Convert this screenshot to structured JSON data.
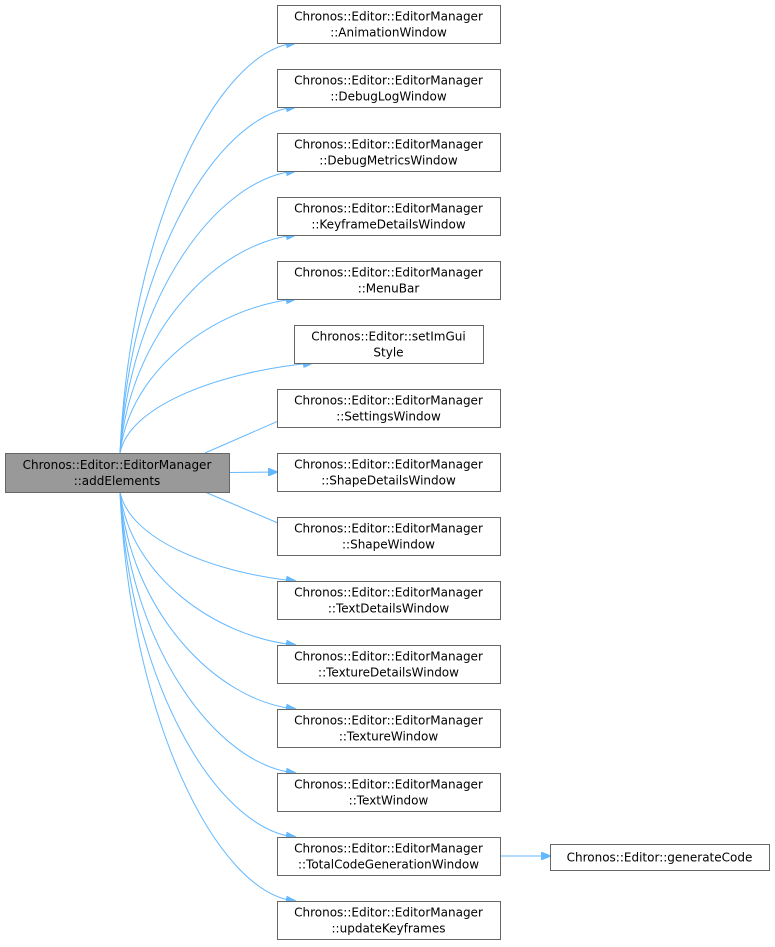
{
  "diagram": {
    "type": "call-graph",
    "edge_color": "#63b8ff",
    "root_fill": "#999999",
    "node_border": "#666666",
    "root": {
      "id": "root",
      "lines": [
        "Chronos::Editor::EditorManager",
        "::addElements"
      ]
    },
    "nodes": [
      {
        "id": "n0",
        "lines": [
          "Chronos::Editor::EditorManager",
          "::AnimationWindow"
        ]
      },
      {
        "id": "n1",
        "lines": [
          "Chronos::Editor::EditorManager",
          "::DebugLogWindow"
        ]
      },
      {
        "id": "n2",
        "lines": [
          "Chronos::Editor::EditorManager",
          "::DebugMetricsWindow"
        ]
      },
      {
        "id": "n3",
        "lines": [
          "Chronos::Editor::EditorManager",
          "::KeyframeDetailsWindow"
        ]
      },
      {
        "id": "n4",
        "lines": [
          "Chronos::Editor::EditorManager",
          "::MenuBar"
        ]
      },
      {
        "id": "n5",
        "lines": [
          "Chronos::Editor::setImGui",
          "Style"
        ]
      },
      {
        "id": "n6",
        "lines": [
          "Chronos::Editor::EditorManager",
          "::SettingsWindow"
        ]
      },
      {
        "id": "n7",
        "lines": [
          "Chronos::Editor::EditorManager",
          "::ShapeDetailsWindow"
        ]
      },
      {
        "id": "n8",
        "lines": [
          "Chronos::Editor::EditorManager",
          "::ShapeWindow"
        ]
      },
      {
        "id": "n9",
        "lines": [
          "Chronos::Editor::EditorManager",
          "::TextDetailsWindow"
        ]
      },
      {
        "id": "n10",
        "lines": [
          "Chronos::Editor::EditorManager",
          "::TextureDetailsWindow"
        ]
      },
      {
        "id": "n11",
        "lines": [
          "Chronos::Editor::EditorManager",
          "::TextureWindow"
        ]
      },
      {
        "id": "n12",
        "lines": [
          "Chronos::Editor::EditorManager",
          "::TextWindow"
        ]
      },
      {
        "id": "n13",
        "lines": [
          "Chronos::Editor::EditorManager",
          "::TotalCodeGenerationWindow"
        ]
      },
      {
        "id": "n14",
        "lines": [
          "Chronos::Editor::EditorManager",
          "::updateKeyframes"
        ]
      },
      {
        "id": "n15",
        "lines": [
          "Chronos::Editor::generateCode"
        ]
      }
    ],
    "edges": [
      {
        "from": "root",
        "to": "n0"
      },
      {
        "from": "root",
        "to": "n1"
      },
      {
        "from": "root",
        "to": "n2"
      },
      {
        "from": "root",
        "to": "n3"
      },
      {
        "from": "root",
        "to": "n4"
      },
      {
        "from": "root",
        "to": "n5"
      },
      {
        "from": "root",
        "to": "n6"
      },
      {
        "from": "root",
        "to": "n7"
      },
      {
        "from": "root",
        "to": "n8"
      },
      {
        "from": "root",
        "to": "n9"
      },
      {
        "from": "root",
        "to": "n10"
      },
      {
        "from": "root",
        "to": "n11"
      },
      {
        "from": "root",
        "to": "n12"
      },
      {
        "from": "root",
        "to": "n13"
      },
      {
        "from": "root",
        "to": "n14"
      },
      {
        "from": "n13",
        "to": "n15"
      }
    ]
  }
}
